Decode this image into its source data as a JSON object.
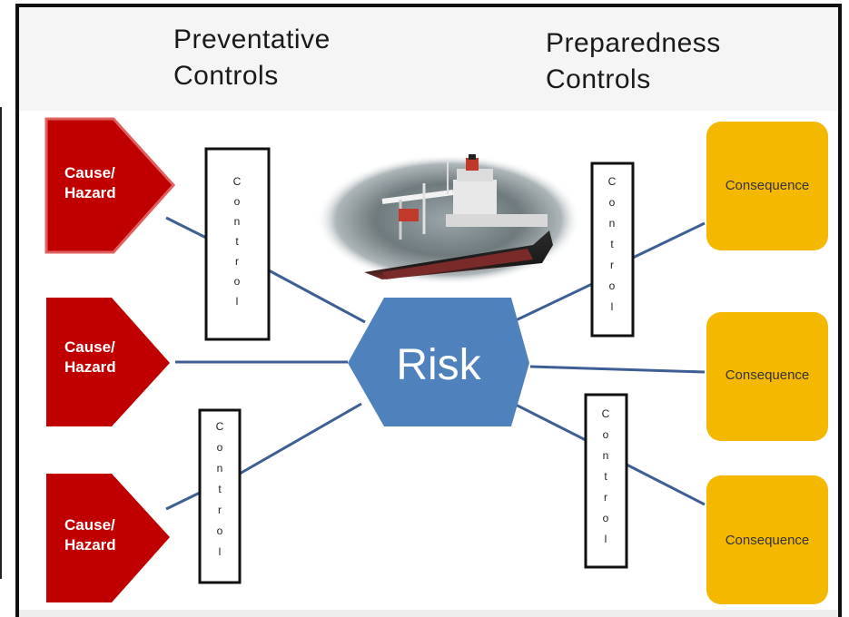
{
  "headers": {
    "preventative_line1": "Preventative",
    "preventative_line2": "Controls",
    "preparedness_line1": "Preparedness",
    "preparedness_line2": "Controls"
  },
  "causes": [
    {
      "line1": "Cause/",
      "line2": "Hazard"
    },
    {
      "line1": "Cause/",
      "line2": "Hazard"
    },
    {
      "line1": "Cause/",
      "line2": "Hazard"
    }
  ],
  "controls": [
    {
      "text": "Control"
    },
    {
      "text": "Control"
    },
    {
      "text": "Control"
    },
    {
      "text": "Control"
    }
  ],
  "risk": {
    "label": "Risk"
  },
  "consequences": [
    {
      "label": "Consequence"
    },
    {
      "label": "Consequence"
    },
    {
      "label": "Consequence"
    }
  ],
  "colors": {
    "cause_fill": "#c00000",
    "cause_border": "#d9534f",
    "risk_fill": "#4f81bd",
    "consequence_fill": "#f5b800",
    "connector": "#3e5f95"
  },
  "image": {
    "subject": "ship-image"
  }
}
